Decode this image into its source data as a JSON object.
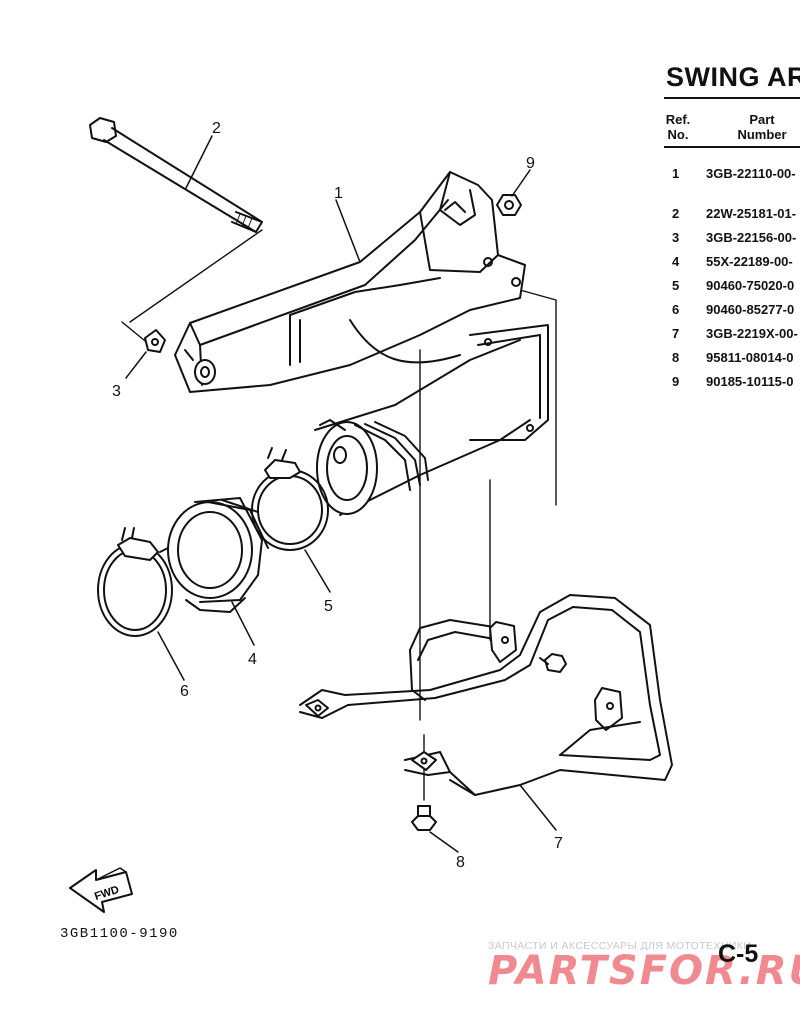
{
  "title": "SWING AR",
  "table": {
    "header": {
      "ref_line1": "Ref.",
      "ref_line2": "No.",
      "part_line1": "Part",
      "part_line2": "Number"
    },
    "rows": [
      {
        "ref": "1",
        "part": "3GB-22110-00-"
      },
      {
        "ref": "2",
        "part": "22W-25181-01-"
      },
      {
        "ref": "3",
        "part": "3GB-22156-00-"
      },
      {
        "ref": "4",
        "part": "55X-22189-00-"
      },
      {
        "ref": "5",
        "part": "90460-75020-0"
      },
      {
        "ref": "6",
        "part": "90460-85277-0"
      },
      {
        "ref": "7",
        "part": "3GB-2219X-00-"
      },
      {
        "ref": "8",
        "part": "95811-08014-0"
      },
      {
        "ref": "9",
        "part": "90185-10115-0"
      }
    ]
  },
  "callouts": {
    "c1": "1",
    "c2": "2",
    "c3": "3",
    "c4": "4",
    "c5": "5",
    "c6": "6",
    "c7": "7",
    "c8": "8",
    "c9": "9"
  },
  "fwd_label": "FWD",
  "drawing_code": "3GB1100-9190",
  "page_number": "C-5",
  "watermark": {
    "tagline": "ЗАПЧАСТИ И АКСЕССУАРЫ ДЛЯ МОТОТЕХНИКИ",
    "logo": "PARTSFOR.RU"
  }
}
